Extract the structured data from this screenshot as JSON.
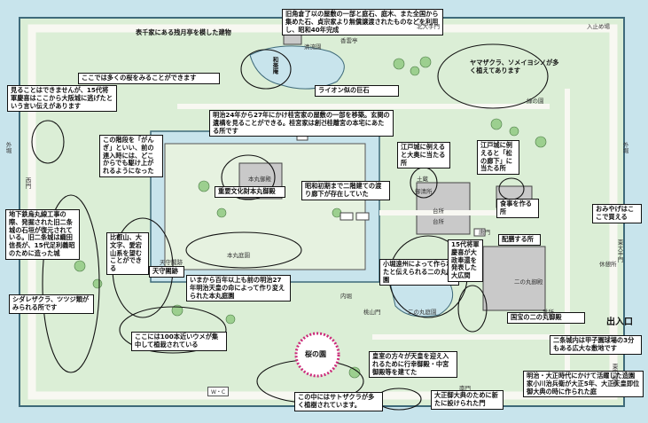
{
  "colors": {
    "moat": "#c8e4ec",
    "green": "#dbeed6",
    "path": "#f8f8f2",
    "building": "#c9c9c9",
    "rose": "#cc2a7a"
  },
  "notes": {
    "n01": "表千家にある残月亭を模した建物",
    "n02": "旧角倉了以の屋敷の一部と庭石、庭木、また全国から集めた石、貞宗家より無償譲渡されたものなどを利用し、昭和40年完成",
    "n03": "ここでは多くの桜をみることができます",
    "n04": "ヤマザクラ、ソメイヨシノが多く植えてあります",
    "n05": "ライオン似の巨石",
    "n06": "見ることはできませんが、15代将軍慶喜はここから大阪城に逃げたという言い伝えがあります",
    "n07": "明治24年から27年にかけ桂宮家の屋敷の一部を移築。玄関の遺構を見ることができる。桂宮家は創건桂離宮の本宅にあたる所です",
    "n08": "この階段を「がんぎ」といい、前の連入時には、どこからでも駆け上がれるようになった",
    "n09": "江戸城に例えると大奥に当たる所",
    "n10": "江戸城に例えると「松の廊下」に当たる所",
    "n11": "昭和初期まで二階建ての渡り廊下が存在していた",
    "n12": "重要文化財本丸御殿",
    "n13": "台所",
    "n14": "食事を作る所",
    "n15": "おみやげはここで買える",
    "n16": "地下鉄烏丸線工事の際、発掘された旧二条城の石垣が復元されている。旧二条城は織田信長が、15代足利義昭のために造った城",
    "n17": "比叡山、大文字、愛宕山系を望むことができる",
    "n18": "天守閣跡",
    "n19": "いまから百年以上も前の明治27年明治天皇の命によって作り変えられた本丸庭園",
    "n20": "小堀遠州によって作られたと伝えられる二の丸庭園",
    "n21": "15代将軍慶喜が大政奉還を発表した大広間",
    "n22": "配膳する所",
    "n23": "シダレザクラ、ツツジ類がみられる所です",
    "n24": "ここには100本近いウメが集中して植栽されている",
    "n25": "国宝の二の丸御殿",
    "n26": "二条城内は甲子園球場の3分もある広大な敷地です",
    "n27": "出入口",
    "n28": "桜の園",
    "n29": "皇室の方々が天皇を迎え入れるために行幸御殿・中宮御殿等を建てた",
    "n30": "明治・大正時代にかけて活躍した造園家小川治兵衛が大正5年、大正天皇即位御大典の時に作られた庭",
    "n31": "この中にはサトザクラが多く植樹されています。",
    "n32": "大正御大典のために新たに設けられた門"
  },
  "labels": {
    "l01": "入止め場",
    "l02": "清流園",
    "l03": "和楽庵",
    "l04": "香雲亭",
    "l05": "緑の園",
    "l06": "本丸庭園",
    "l07": "二の丸庭園",
    "l08": "二の丸御殿",
    "l09": "本丸御殿",
    "l10": "台所",
    "l11": "御清所",
    "l12": "北大手門",
    "l13": "東大手門",
    "l14": "南門",
    "l15": "西門",
    "l16": "内堀",
    "l17": "外堀",
    "l18": "桃山門",
    "l19": "東南隅櫓",
    "l20": "唐門",
    "l21": "休憩所",
    "l22": "土蔵",
    "l23": "外堀",
    "l24": "天守閣跡",
    "l25": "番所"
  },
  "scale": "W・C"
}
